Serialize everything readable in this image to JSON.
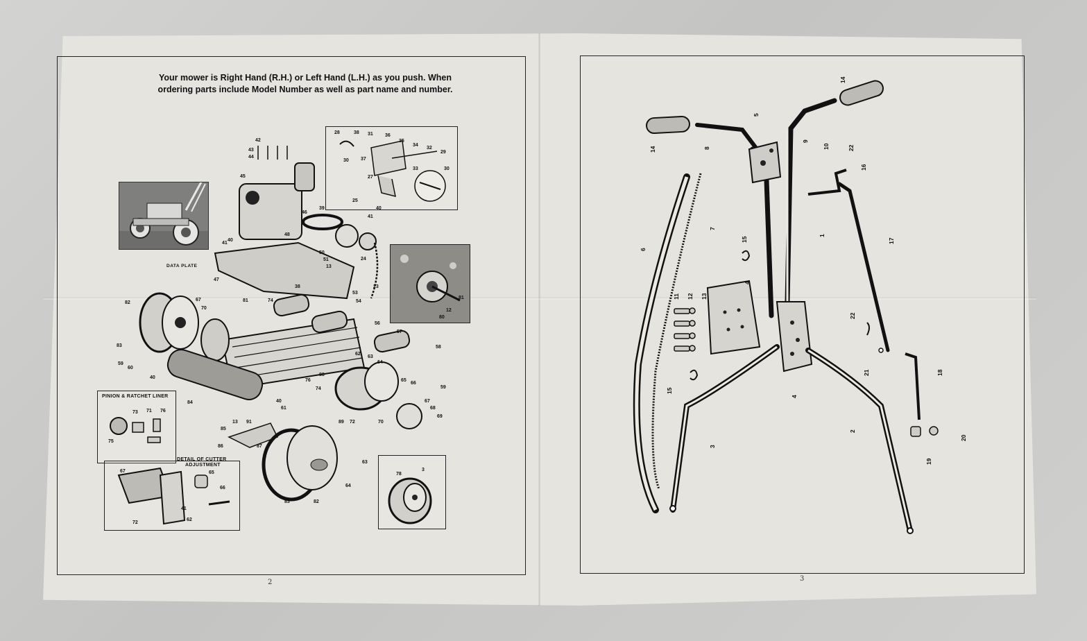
{
  "left_page": {
    "heading_line1": "Your mower is Right Hand (R.H.) or Left Hand (L.H.) as you push.  When",
    "heading_line2": "ordering parts include Model Number as well as part name and number.",
    "data_plate_label": "DATA PLATE",
    "pinion_box_title": "PINION & RATCHET LINER",
    "cutter_box_title_1": "DETAIL OF CUTTER",
    "cutter_box_title_2": "ADJUSTMENT",
    "page_number": "2"
  },
  "right_page": {
    "page_number": "3",
    "part_callouts": [
      "14",
      "5",
      "14",
      "8",
      "9",
      "10",
      "22",
      "16",
      "7",
      "6",
      "1",
      "15",
      "17",
      "4",
      "11",
      "12",
      "13",
      "22",
      "21",
      "18",
      "15",
      "4",
      "3",
      "2",
      "20",
      "19"
    ]
  },
  "colors": {
    "paper": "#e6e4df",
    "ink": "#111111",
    "table": "#c9c9c7"
  }
}
